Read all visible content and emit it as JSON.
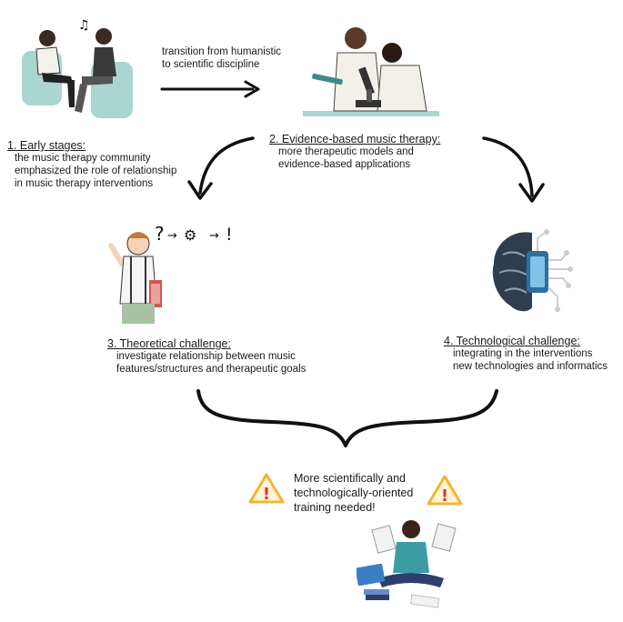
{
  "transition": {
    "line1": "transition from humanistic",
    "line2": "to scientific discipline"
  },
  "stages": [
    {
      "heading": "1. Early stages:",
      "lines": [
        "the music therapy community",
        "emphasized the role of relationship",
        "in music therapy interventions"
      ]
    },
    {
      "heading": "2. Evidence-based music therapy:",
      "lines": [
        "more therapeutic models and",
        "evidence-based applications"
      ]
    },
    {
      "heading": "3. Theoretical challenge:",
      "lines": [
        "investigate relationship between music",
        "features/structures and therapeutic goals"
      ]
    },
    {
      "heading": "4. Technological challenge:",
      "lines": [
        "integrating in the interventions",
        "new technologies and informatics"
      ]
    }
  ],
  "conclusion": {
    "line1": "More scientifically and",
    "line2": "technologically-oriented",
    "line3": "training needed!"
  },
  "icons": [
    "music-therapy-session-illustration",
    "scientists-microscope-illustration",
    "thinking-man-illustration",
    "brain-chip-illustration",
    "warning-icon",
    "student-studying-illustration"
  ],
  "colors": {
    "text": "#1a1a1a",
    "arrow": "#111111",
    "warning": "#f2b632",
    "accent_teal": "#2a8c8c",
    "chair": "#a9d6cf"
  }
}
